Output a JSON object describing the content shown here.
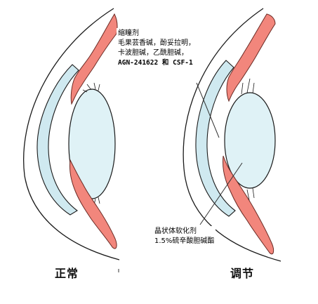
{
  "labels": {
    "miotic_title": "缩瞳剂",
    "miotic_line1": "毛果芸香碱，酚妥拉明，",
    "miotic_line2": "卡波胆碱，乙酰胆碱，",
    "miotic_line3": "AGN-241622 和 CSF-1",
    "lens_softener_title": "晶状体软化剂",
    "lens_softener_line1": "1.5%硫辛酸胆碱酯",
    "normal_caption": "正常",
    "accommodation_caption": "调节"
  },
  "colors": {
    "outline": "#1a1a1a",
    "cornea": "#cfe9f0",
    "lens": "#dff2f6",
    "ciliary_muscle": "#f2867c",
    "ciliary_stroke": "#6a2a24",
    "background": "#ffffff"
  }
}
